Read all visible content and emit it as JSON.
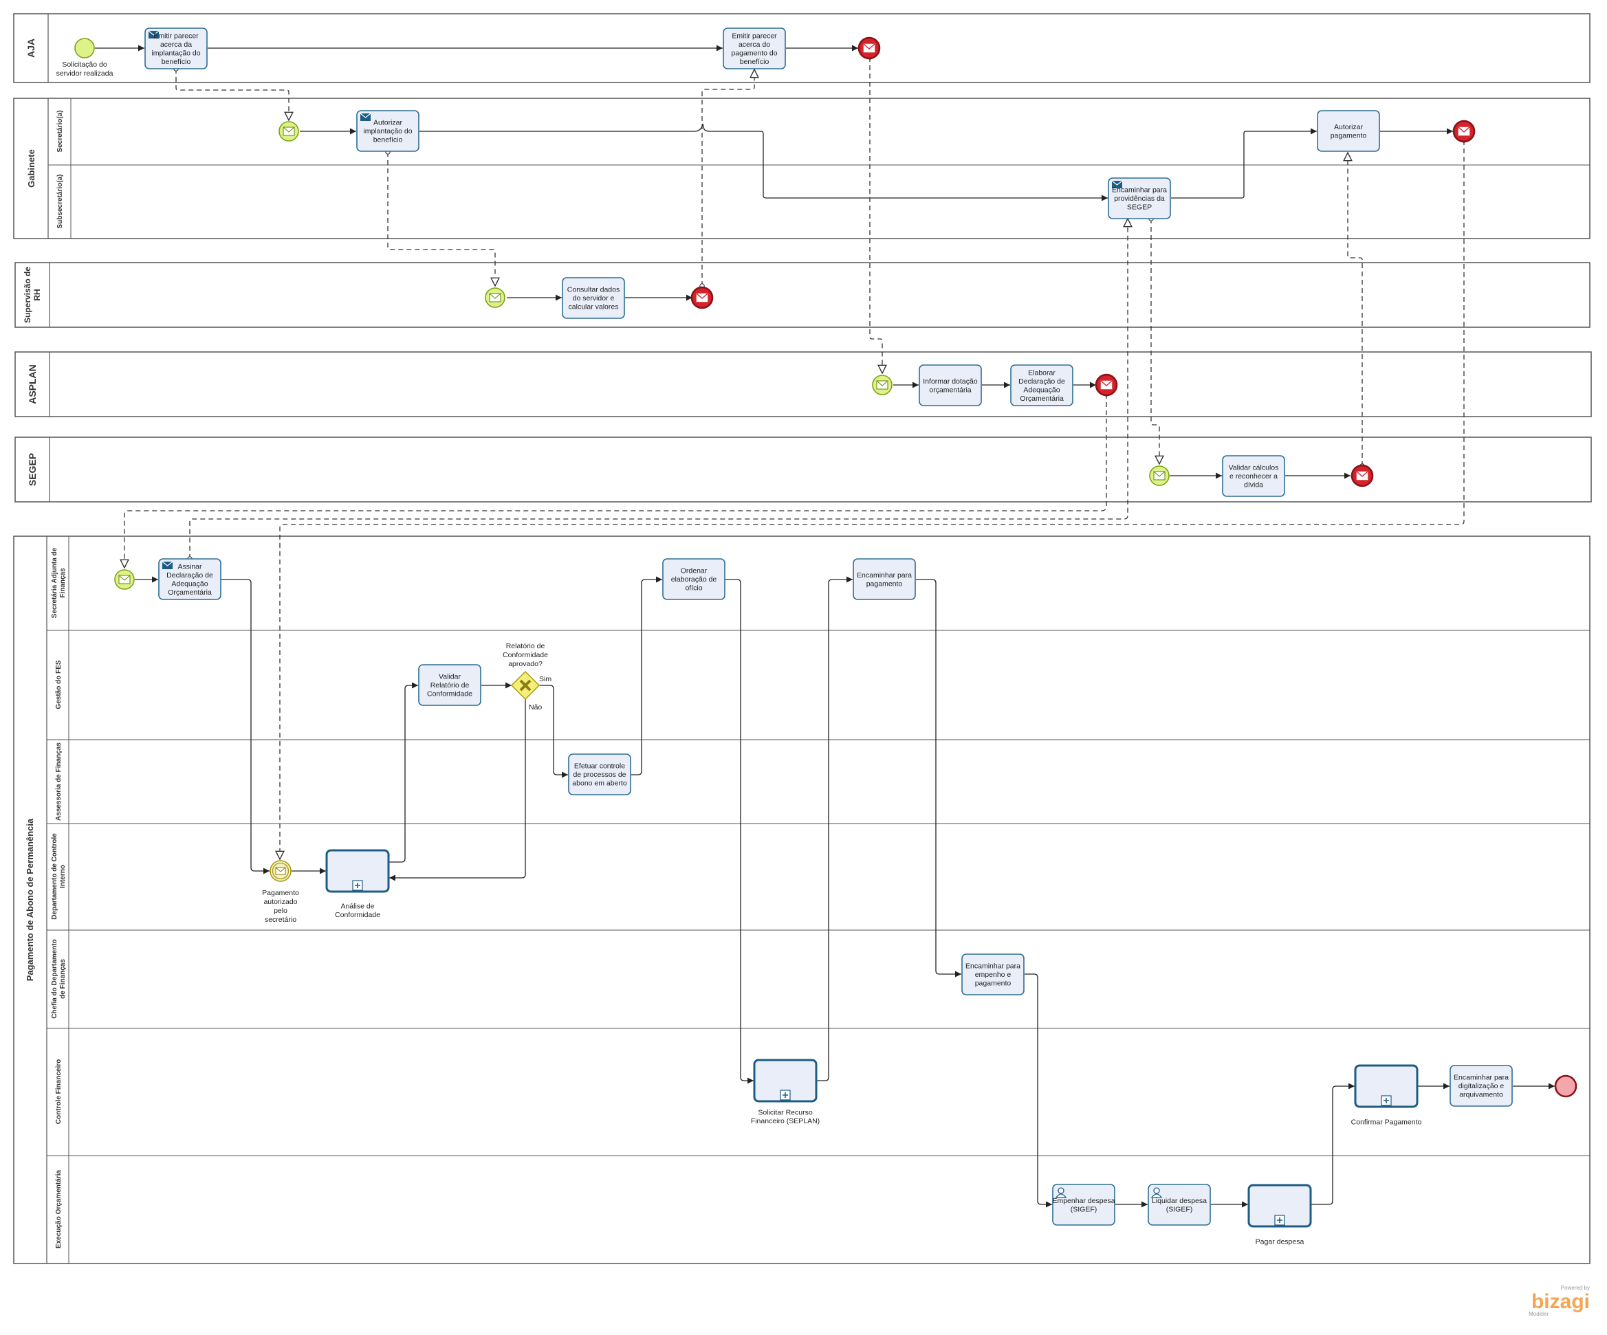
{
  "colors": {
    "task_fill": "#e9eef8",
    "task_stroke": "#2f6e94",
    "start_fill": "#dff28a",
    "start_stroke": "#7aa316",
    "end_fill": "#d6232b",
    "end_stroke": "#8a1218",
    "end_plain_fill": "#f4a7aa",
    "gateway_fill": "#f5ef7a",
    "gateway_stroke": "#a89c16",
    "lane_stroke": "#555555",
    "brand": "#f2a654"
  },
  "pools": [
    {
      "id": "aja",
      "label": "AJA"
    },
    {
      "id": "gab",
      "label": "Gabinete",
      "lanes": [
        "Secretário(a)",
        "Subsecretário(a)"
      ]
    },
    {
      "id": "srh",
      "label": "Supervisão de RH"
    },
    {
      "id": "asplan",
      "label": "ASPLAN"
    },
    {
      "id": "segep",
      "label": "SEGEP"
    },
    {
      "id": "pag",
      "label": "Pagamento de Abono de Permanência",
      "lanes": [
        "Secretária Adjunta de Finanças",
        "Gestão do FES",
        "Assessoria de Finanças",
        "Departamento de Controle Interno",
        "Chefia do Departamento de Finanças",
        "Controle Financeiro",
        "Execução Orçamentária"
      ]
    }
  ],
  "tasks": [
    {
      "id": "t1",
      "label": "Emitir parecer acerca da implantação do benefício",
      "icon": "envelope-icon"
    },
    {
      "id": "t2",
      "label": "Emitir parecer acerca do pagamento do benefício"
    },
    {
      "id": "t3",
      "label": "Autorizar implantação do benefício",
      "icon": "envelope-icon"
    },
    {
      "id": "t4",
      "label": "Autorizar pagamento"
    },
    {
      "id": "t5",
      "label": "Encaminhar para providências da SEGEP",
      "icon": "envelope-icon"
    },
    {
      "id": "t6",
      "label": "Consultar dados do servidor e calcular valores"
    },
    {
      "id": "t7",
      "label": "Informar dotação orçamentária"
    },
    {
      "id": "t8",
      "label": "Elaborar Declaração de Adequação Orçamentária"
    },
    {
      "id": "t9",
      "label": "Validar cálculos e reconhecer a dívida"
    },
    {
      "id": "t10",
      "label": "Assinar Declaração de Adequação Orçamentária",
      "icon": "envelope-icon"
    },
    {
      "id": "t11",
      "label": "Ordenar elaboração de ofício"
    },
    {
      "id": "t12",
      "label": "Encaminhar para pagamento"
    },
    {
      "id": "t13",
      "label": "Validar Relatório de Conformidade"
    },
    {
      "id": "t14",
      "label": "Efetuar controle de processos de abono em aberto"
    },
    {
      "id": "t15",
      "label": "Encaminhar para empenho e pagamento"
    },
    {
      "id": "t16",
      "label": "Encaminhar para digitalização e arquivamento"
    },
    {
      "id": "t17",
      "label": "Empenhar despesa (SIGEF)",
      "icon": "user-icon"
    },
    {
      "id": "t18",
      "label": "Liquidar despesa (SIGEF)",
      "icon": "user-icon"
    }
  ],
  "subprocesses": [
    {
      "id": "s1",
      "label": "Análise de Conformidade"
    },
    {
      "id": "s2",
      "label": "Solicitar Recurso Financeiro (SEPLAN)"
    },
    {
      "id": "s3",
      "label": "Confirmar Pagamento"
    },
    {
      "id": "s4",
      "label": "Pagar despesa"
    }
  ],
  "events": {
    "start_label": "Solicitação do servidor realizada",
    "intermediate_label": "Pagamento autorizado pelo secretário"
  },
  "gateway": {
    "label": "Relatório de Conformidade aprovado?",
    "yes": "Sim",
    "no": "Não"
  },
  "brand": {
    "powered": "Powered by",
    "name": "bizagi",
    "product": "Modeler"
  }
}
